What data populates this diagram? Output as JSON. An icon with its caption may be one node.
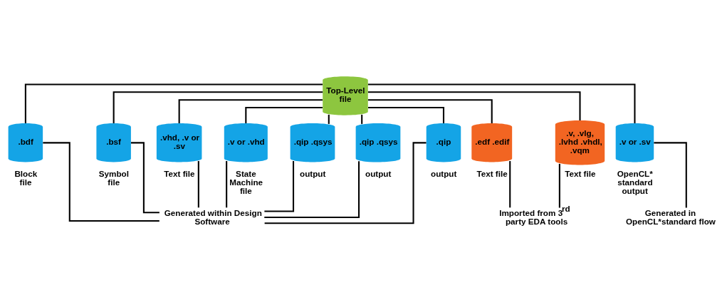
{
  "diagram": {
    "nodes": [
      {
        "text": [
          "Top-Level file"
        ]
      },
      {
        "text": [
          ".bdf"
        ],
        "beside": [
          "Block file"
        ]
      },
      {
        "text": [
          ".bsf"
        ],
        "beside": [
          "Symbol file"
        ]
      },
      {
        "text": [
          ".vhd, .v or .sv"
        ],
        "beside": [
          "Text file"
        ]
      },
      {
        "text": [
          ".v or .vhd"
        ],
        "beside": [
          "State Machine file"
        ]
      },
      {
        "text": [
          ".qip .qsys"
        ],
        "beside": [
          "output"
        ]
      },
      {
        "text": [
          ".qip .qsys"
        ],
        "beside": [
          "output"
        ]
      },
      {
        "text": [
          ".qip"
        ],
        "beside": [
          "output"
        ]
      },
      {
        "text": [
          ".edf .edif"
        ],
        "beside": [
          "Text file"
        ]
      },
      {
        "text": [
          ".v, .vlg, .lvhd .vhdl, .vqm"
        ],
        "beside": [
          "Text file"
        ]
      },
      {
        "text": [
          ".v or .sv"
        ],
        "beside": [
          "OpenCL* standard output"
        ]
      },
      {
        "text": [
          "Generated within Design Software"
        ]
      },
      {
        "text": [
          "Imported from 3$^{rd}$ party EDA tools"
        ]
      },
      {
        "text": [
          "Generated in OpenCL*standard flow"
        ]
      }
    ],
    "edges": [
      {
        "from": 0,
        "to": 1,
        "arrow": "none"
      },
      {
        "from": 0,
        "to": 2,
        "arrow": "none"
      },
      {
        "from": 0,
        "to": 3,
        "arrow": "none"
      },
      {
        "from": 0,
        "to": 4,
        "arrow": "none"
      },
      {
        "from": 0,
        "to": 5,
        "arrow": "none"
      },
      {
        "from": 0,
        "to": 6,
        "arrow": "none"
      },
      {
        "from": 0,
        "to": 7,
        "arrow": "none"
      },
      {
        "from": 0,
        "to": 8,
        "arrow": "none"
      },
      {
        "from": 0,
        "to": 9,
        "arrow": "none"
      },
      {
        "from": 0,
        "to": 10,
        "arrow": "none"
      },
      {
        "from": 1,
        "to": 11,
        "arrow": "none"
      },
      {
        "from": 2,
        "to": 11,
        "arrow": "none"
      },
      {
        "from": 3,
        "to": 11,
        "arrow": "none"
      },
      {
        "from": 4,
        "to": 11,
        "arrow": "none"
      },
      {
        "from": 5,
        "to": 11,
        "arrow": "none"
      },
      {
        "from": 6,
        "to": 11,
        "arrow": "none"
      },
      {
        "from": 7,
        "to": 11,
        "arrow": "none"
      },
      {
        "from": 8,
        "to": 12,
        "arrow": "none"
      },
      {
        "from": 9,
        "to": 12,
        "arrow": "none"
      },
      {
        "from": 10,
        "to": 13,
        "arrow": "none"
      }
    ]
  }
}
